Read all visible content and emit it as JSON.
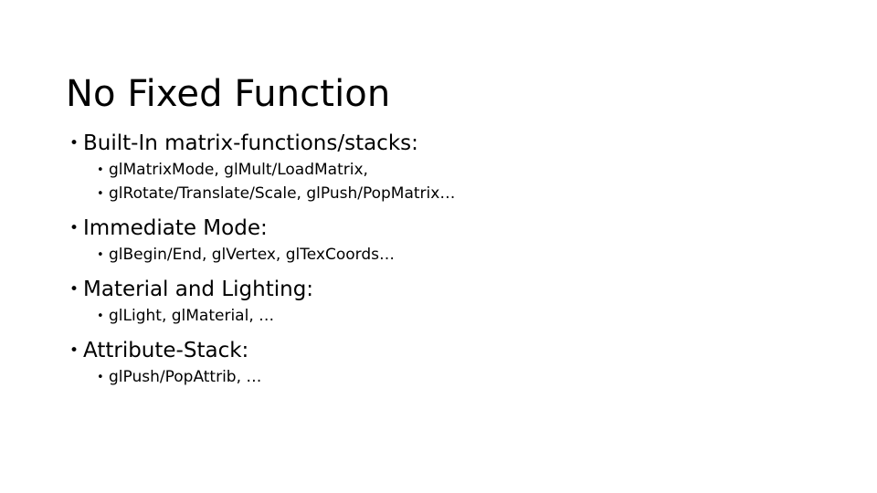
{
  "slide": {
    "title": "No Fixed Function",
    "background_color": "#ffffff",
    "text_color": "#000000",
    "bullet_glyph": "•",
    "outline": [
      {
        "level": 1,
        "text": "Built-In matrix-functions/stacks:"
      },
      {
        "level": 2,
        "text": "glMatrixMode, glMult/LoadMatrix,"
      },
      {
        "level": 2,
        "text": "glRotate/Translate/Scale, glPush/PopMatrix…"
      },
      {
        "level": 1,
        "text": "Immediate Mode:"
      },
      {
        "level": 2,
        "text": "glBegin/End, glVertex, glTexCoords…"
      },
      {
        "level": 1,
        "text": "Material and Lighting:"
      },
      {
        "level": 2,
        "text": "glLight, glMaterial, …"
      },
      {
        "level": 1,
        "text": "Attribute-Stack:"
      },
      {
        "level": 2,
        "text": "glPush/PopAttrib, …"
      }
    ]
  }
}
